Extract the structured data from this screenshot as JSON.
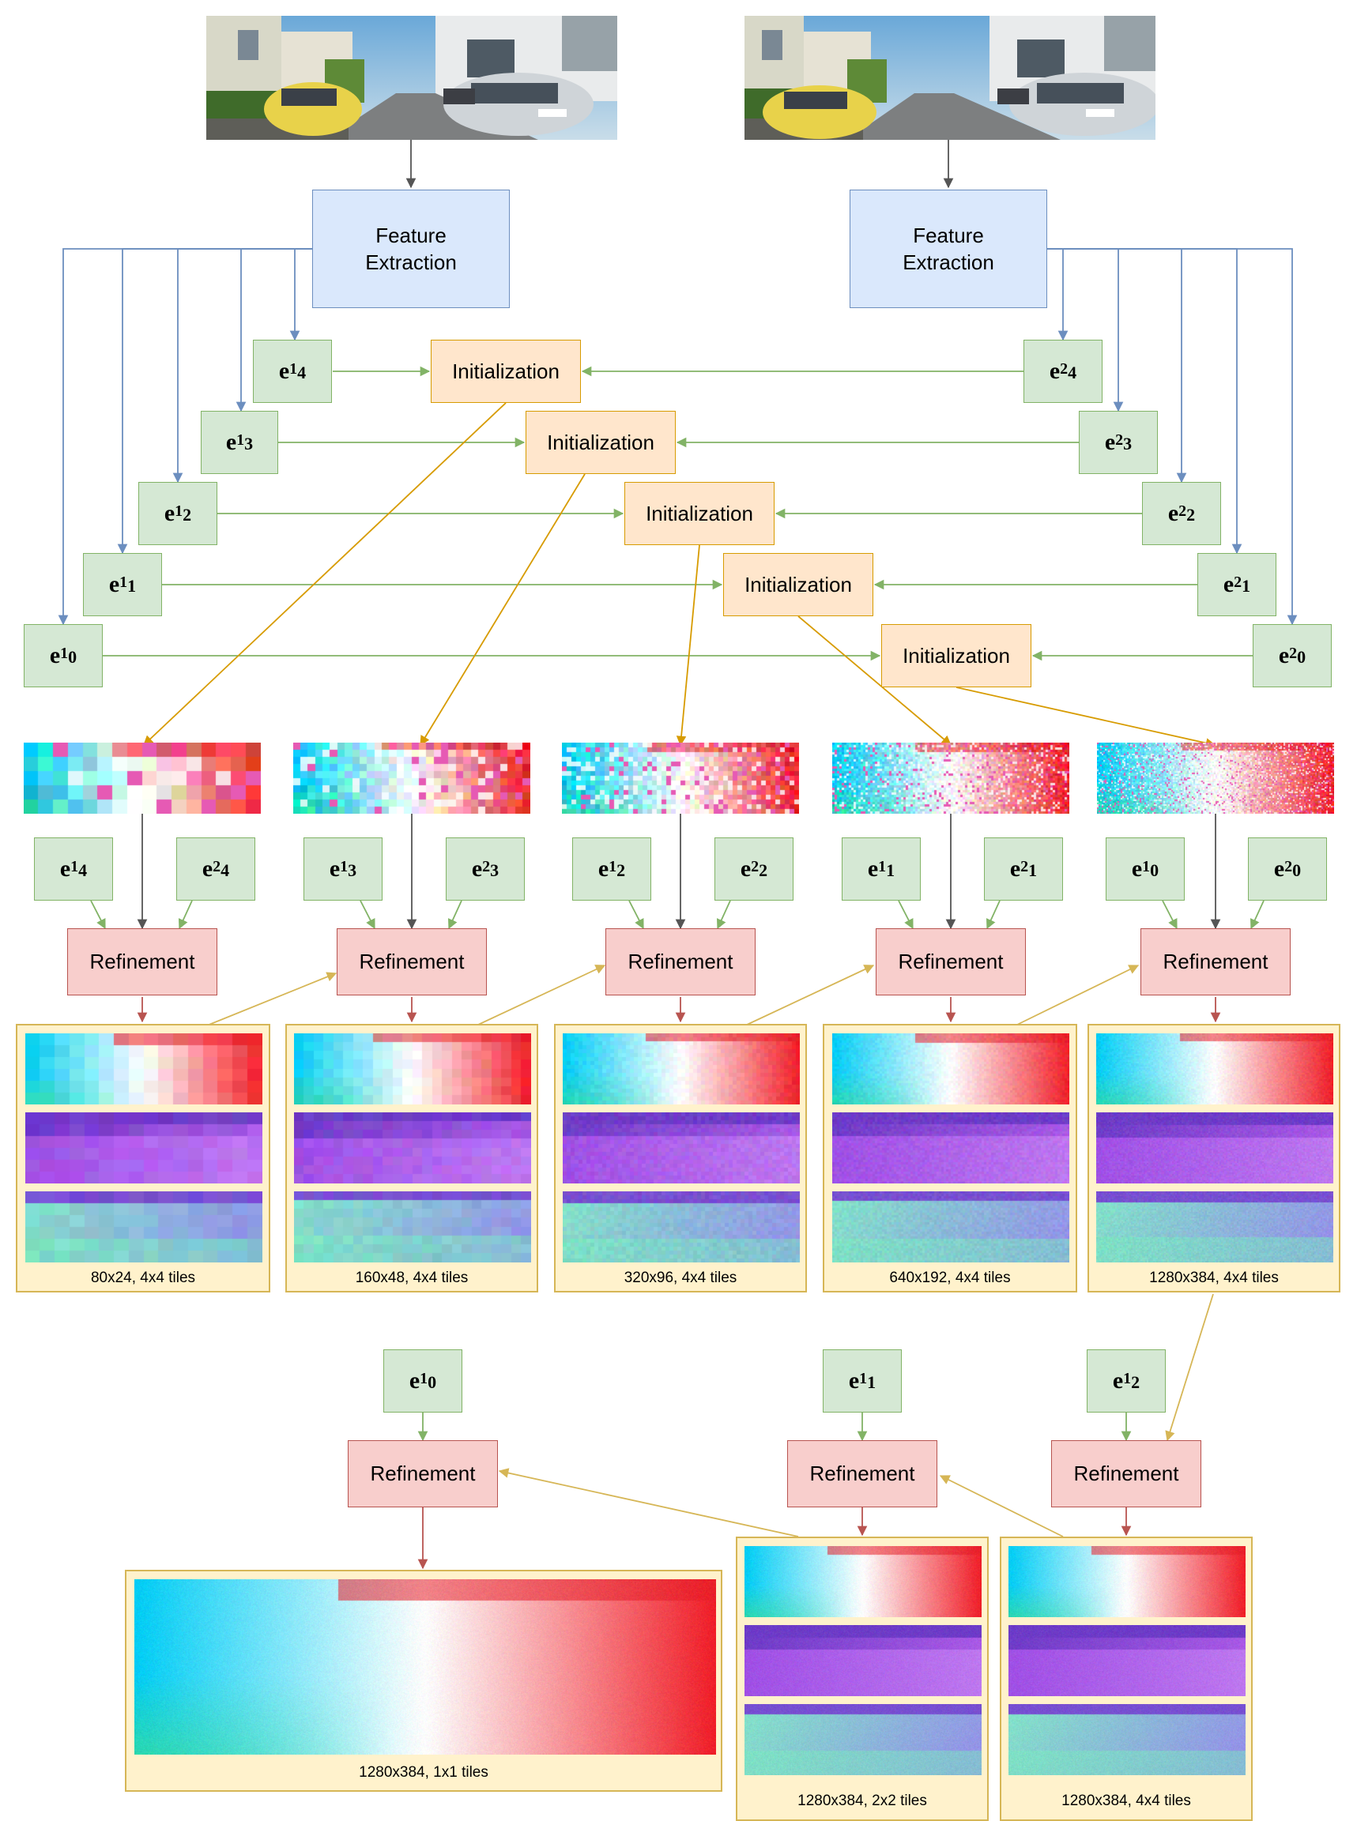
{
  "feature_extraction": {
    "left": "Feature\nExtraction",
    "right": "Feature\nExtraction"
  },
  "encodings": {
    "l4": {
      "base": "e",
      "sup": "1",
      "sub": "4"
    },
    "l3": {
      "base": "e",
      "sup": "1",
      "sub": "3"
    },
    "l2": {
      "base": "e",
      "sup": "1",
      "sub": "2"
    },
    "l1": {
      "base": "e",
      "sup": "1",
      "sub": "1"
    },
    "l0": {
      "base": "e",
      "sup": "1",
      "sub": "0"
    },
    "r4": {
      "base": "e",
      "sup": "2",
      "sub": "4"
    },
    "r3": {
      "base": "e",
      "sup": "2",
      "sub": "3"
    },
    "r2": {
      "base": "e",
      "sup": "2",
      "sub": "2"
    },
    "r1": {
      "base": "e",
      "sup": "2",
      "sub": "1"
    },
    "r0": {
      "base": "e",
      "sup": "2",
      "sub": "0"
    }
  },
  "initialization_label": "Initialization",
  "refinement_label": "Refinement",
  "captions": [
    "80x24, 4x4 tiles",
    "160x48, 4x4 tiles",
    "320x96, 4x4 tiles",
    "640x192, 4x4 tiles",
    "1280x384, 4x4 tiles",
    "1280x384, 1x1 tiles",
    "1280x384, 2x2 tiles",
    "1280x384, 4x4 tiles"
  ],
  "colors": {
    "blue_edge": "#6c8ebf",
    "green_edge": "#82b366",
    "orange_edge": "#d79b00",
    "red_edge": "#b85450",
    "panel_edge": "#d6b656",
    "gray_edge": "#555555"
  }
}
